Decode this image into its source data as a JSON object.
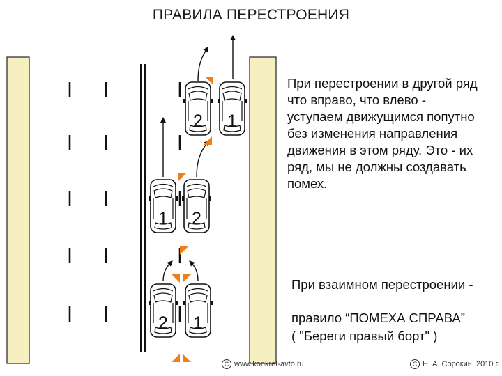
{
  "title": "ПРАВИЛА ПЕРЕСТРОЕНИЯ",
  "paragraph_lines": [
    "При перестроении в другой ряд",
    "что вправо, что влево -",
    "уступаем движущимся попутно",
    "без изменения направления",
    "движения в этом ряду. Это - их",
    "ряд, мы не должны создавать",
    "помех."
  ],
  "mutual_line1": "При взаимном перестроении -",
  "mutual_line2": "правило “ПОМЕХА СПРАВА”",
  "mutual_line3": "( \"Береги правый борт\" )",
  "footer_left_symbol": "C",
  "footer_left": "www.konkret-avto.ru",
  "footer_right_symbol": "C",
  "footer_right": "Н. А. Сорокин, 2010 г.",
  "cars": {
    "top_left": "2",
    "top_right": "1",
    "mid_left": "1",
    "mid_right": "2",
    "bottom_left": "2",
    "bottom_right": "1"
  },
  "colors": {
    "curb": "#f6f0c0",
    "signal": "#f07f1a",
    "ink": "#111111"
  }
}
